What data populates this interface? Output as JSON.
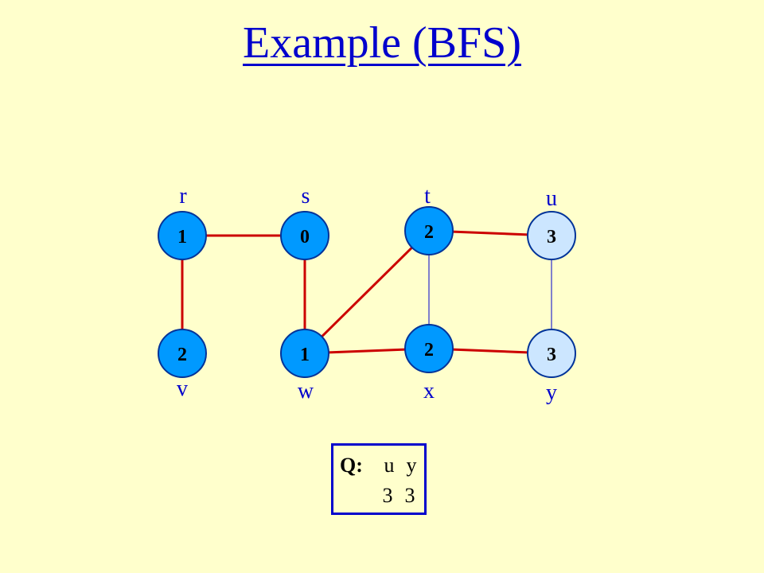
{
  "title": "Example (BFS)",
  "colors": {
    "background": "#ffffcc",
    "title": "#0000cc",
    "visited_node": "#0099ff",
    "queued_node": "#cce6ff",
    "node_border": "#003399",
    "tree_edge": "#cc0000",
    "other_edge": "#0000cc",
    "text": "#000000"
  },
  "nodes": [
    {
      "id": "r",
      "label": "r",
      "value": "1",
      "state": "visited"
    },
    {
      "id": "s",
      "label": "s",
      "value": "0",
      "state": "visited"
    },
    {
      "id": "t",
      "label": "t",
      "value": "2",
      "state": "visited"
    },
    {
      "id": "u",
      "label": "u",
      "value": "3",
      "state": "queued"
    },
    {
      "id": "v",
      "label": "v",
      "value": "2",
      "state": "visited"
    },
    {
      "id": "w",
      "label": "w",
      "value": "1",
      "state": "visited"
    },
    {
      "id": "x",
      "label": "x",
      "value": "2",
      "state": "visited"
    },
    {
      "id": "y",
      "label": "y",
      "value": "3",
      "state": "queued"
    }
  ],
  "edges": [
    {
      "from": "r",
      "to": "s",
      "kind": "tree"
    },
    {
      "from": "r",
      "to": "v",
      "kind": "tree"
    },
    {
      "from": "s",
      "to": "w",
      "kind": "tree"
    },
    {
      "from": "w",
      "to": "t",
      "kind": "tree"
    },
    {
      "from": "w",
      "to": "x",
      "kind": "tree"
    },
    {
      "from": "t",
      "to": "x",
      "kind": "other"
    },
    {
      "from": "t",
      "to": "u",
      "kind": "tree"
    },
    {
      "from": "x",
      "to": "y",
      "kind": "tree"
    },
    {
      "from": "u",
      "to": "y",
      "kind": "other"
    }
  ],
  "queue": {
    "label": "Q:",
    "vertices": [
      "u",
      "y"
    ],
    "distances": [
      "3",
      "3"
    ]
  }
}
